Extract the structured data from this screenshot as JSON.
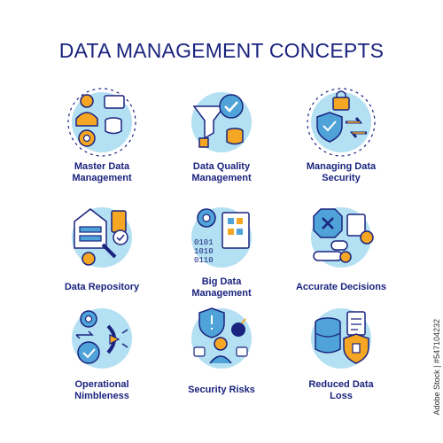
{
  "title": "DATA MANAGEMENT CONCEPTS",
  "watermark": "Adobe Stock | #547104232",
  "colors": {
    "navy": "#1a237e",
    "light_blue": "#b3e0f2",
    "orange": "#f5a623",
    "blue": "#4fa3d9"
  },
  "items": [
    {
      "line1": "Master Data",
      "line2": "Management",
      "icon": "master-data-icon"
    },
    {
      "line1": "Data Quality",
      "line2": "Management",
      "icon": "data-quality-icon"
    },
    {
      "line1": "Managing Data",
      "line2": "Security",
      "icon": "data-security-icon"
    },
    {
      "line1": "Data Repository",
      "line2": "",
      "icon": "data-repository-icon"
    },
    {
      "line1": "Big Data",
      "line2": "Management",
      "icon": "big-data-icon"
    },
    {
      "line1": "Accurate Decisions",
      "line2": "",
      "icon": "accurate-decisions-icon"
    },
    {
      "line1": "Operational",
      "line2": "Nimbleness",
      "icon": "operational-nimbleness-icon"
    },
    {
      "line1": "Security Risks",
      "line2": "",
      "icon": "security-risks-icon"
    },
    {
      "line1": "Reduced Data",
      "line2": "Loss",
      "icon": "reduced-data-loss-icon"
    }
  ]
}
